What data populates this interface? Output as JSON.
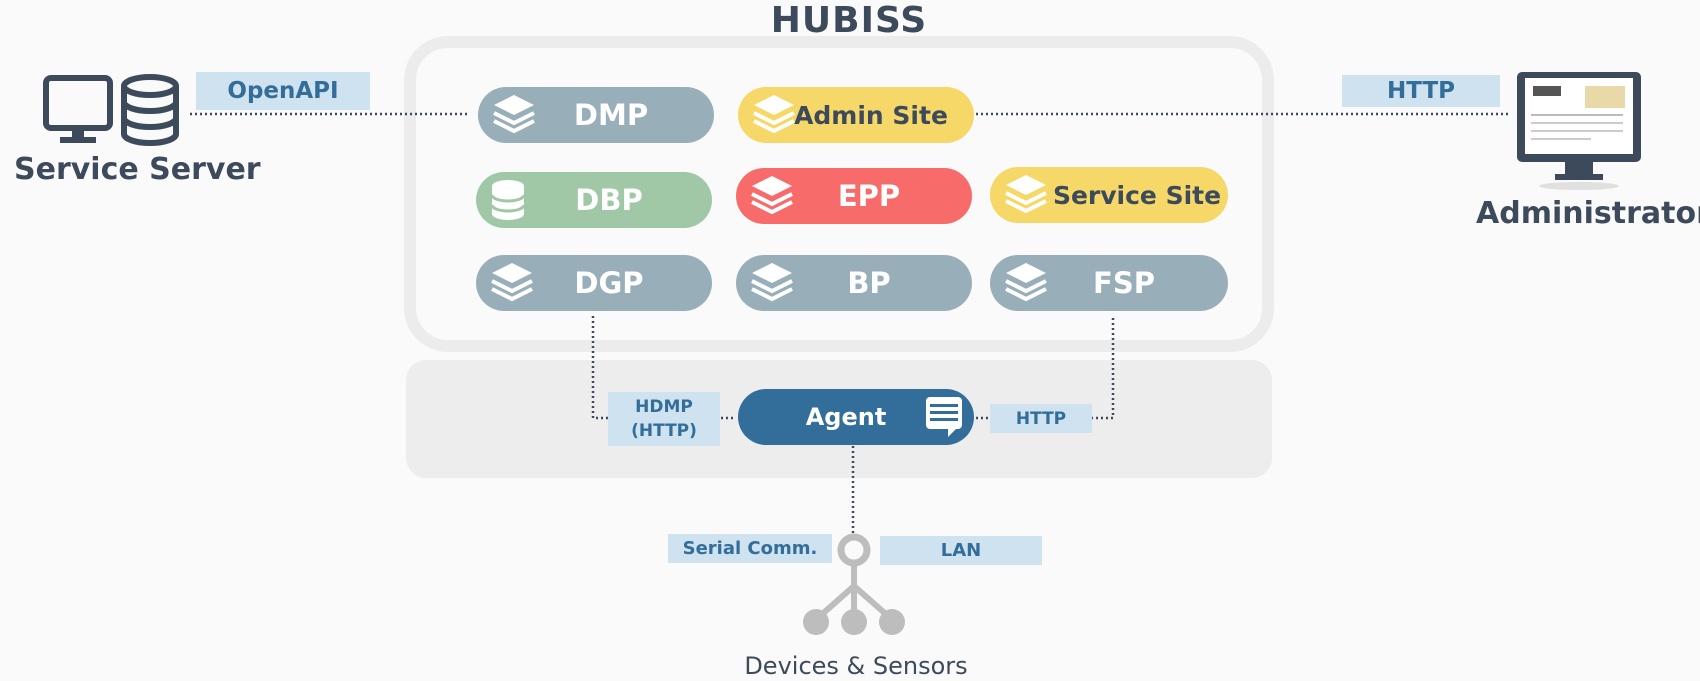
{
  "title": "HUBISS",
  "left": {
    "tag": "OpenAPI",
    "caption": "Service Server"
  },
  "right": {
    "tag": "HTTP",
    "caption": "Administrator"
  },
  "modules": {
    "dmp": "DMP",
    "admin_site": "Admin Site",
    "dbp": "DBP",
    "epp": "EPP",
    "service_site": "Service Site",
    "dgp": "DGP",
    "bp": "BP",
    "fsp": "FSP"
  },
  "agent": {
    "label": "Agent",
    "left_tag_line1": "HDMP",
    "left_tag_line2": "(HTTP)",
    "right_tag": "HTTP"
  },
  "bottom": {
    "serial_tag": "Serial Comm.",
    "lan_tag": "LAN",
    "caption": "Devices & Sensors"
  },
  "colors": {
    "gray": "#98aeb9",
    "yellow": "#f5d867",
    "green": "#a1c8a6",
    "red": "#f76c6a",
    "agent": "#336d99",
    "tag_bg": "#cfe2ef",
    "text": "#3d4a5c"
  }
}
